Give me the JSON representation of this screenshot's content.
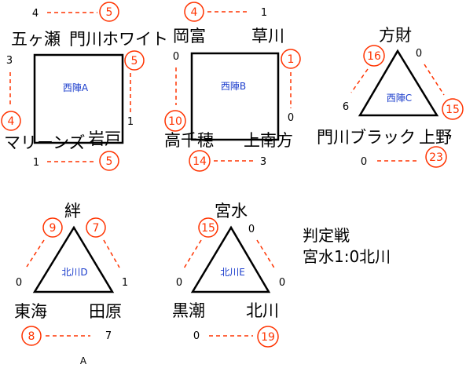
{
  "colors": {
    "line": "#000000",
    "accent": "#ff3300",
    "group_label": "#1a3ccc"
  },
  "groups": [
    {
      "name": "西陣A",
      "shape": "square",
      "teams": [
        "五ヶ瀬",
        "門川ホワイト",
        "岩戸",
        "マリーンズ"
      ],
      "scores": [
        {
          "a": "4",
          "b": "5",
          "b_circled": true
        },
        {
          "a": "5",
          "b": "1",
          "a_circled": true
        },
        {
          "a": "5",
          "b": "1",
          "a_circled": true
        },
        {
          "a": "3",
          "b": "4",
          "b_circled": true
        }
      ]
    },
    {
      "name": "西陣B",
      "shape": "square",
      "teams": [
        "岡富",
        "草川",
        "上南方",
        "高千穂"
      ],
      "scores": [
        {
          "a": "4",
          "b": "1",
          "a_circled": true
        },
        {
          "a": "1",
          "b": "0",
          "a_circled": true
        },
        {
          "a": "14",
          "b": "3",
          "a_circled": true
        },
        {
          "a": "0",
          "b": "10",
          "b_circled": true
        }
      ]
    },
    {
      "name": "西陣C",
      "shape": "triangle",
      "teams": [
        "方財",
        "上野",
        "門川ブラック"
      ],
      "scores": [
        {
          "a": "16",
          "b": "6",
          "a_circled": true
        },
        {
          "a": "0",
          "b": "15",
          "b_circled": true
        },
        {
          "a": "0",
          "b": "23",
          "b_circled": true
        }
      ]
    },
    {
      "name": "北川D",
      "shape": "triangle",
      "teams": [
        "絆",
        "田原",
        "東海"
      ],
      "scores": [
        {
          "a": "9",
          "b": "0",
          "a_circled": true
        },
        {
          "a": "7",
          "b": "1",
          "a_circled": true
        },
        {
          "a": "8",
          "b": "7",
          "a_circled": true
        }
      ]
    },
    {
      "name": "北川E",
      "shape": "triangle",
      "teams": [
        "宮水",
        "北川",
        "黒潮"
      ],
      "scores": [
        {
          "a": "15",
          "b": "0",
          "a_circled": true
        },
        {
          "a": "0",
          "b": "0"
        },
        {
          "a": "0",
          "b": "19",
          "b_circled": true
        }
      ]
    }
  ],
  "judgement": {
    "title": "判定戦",
    "result": "宮水1:0北川"
  },
  "footnote": "A"
}
